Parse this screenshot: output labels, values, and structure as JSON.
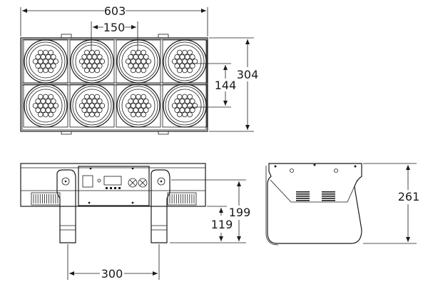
{
  "dimensions": {
    "overall_width": "603",
    "lens_pitch": "150",
    "row_pitch": "144",
    "overall_height": "304",
    "bracket_height_1": "199",
    "bracket_height_2": "119",
    "bracket_spacing": "300",
    "side_depth": "261"
  },
  "views": [
    "front-view",
    "rear-view",
    "side-view"
  ],
  "lens_grid": {
    "rows": 2,
    "columns": 4,
    "leds_per_lens": 19
  }
}
